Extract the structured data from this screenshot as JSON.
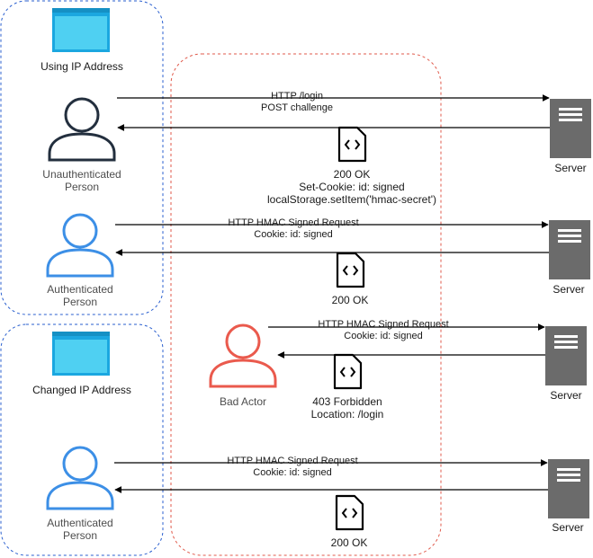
{
  "colors": {
    "group_border_blue": "#2a5fcf",
    "group_border_red": "#e05a4b",
    "person_dark": "#232f3e",
    "person_blue": "#3c8fe6",
    "person_red": "#ea5a4d",
    "window_icon": "#1ba7e0",
    "window_icon_light": "#4fd0f2",
    "server": "#6b6b6b",
    "arrow": "#000000"
  },
  "groups": {
    "top": {
      "label": "Using IP Address",
      "icon": "browser-window-icon"
    },
    "bottom": {
      "label": "Changed IP Address",
      "icon": "browser-window-icon"
    }
  },
  "actors": {
    "unauthenticated": {
      "line1": "Unauthenticated",
      "line2": "Person",
      "icon": "person-icon"
    },
    "authenticated_1": {
      "line1": "Authenticated",
      "line2": "Person",
      "icon": "person-icon"
    },
    "bad_actor": {
      "line1": "Bad Actor",
      "icon": "person-icon"
    },
    "authenticated_2": {
      "line1": "Authenticated",
      "line2": "Person",
      "icon": "person-icon"
    }
  },
  "servers": {
    "s1": {
      "label": "Server",
      "icon": "server-icon"
    },
    "s2": {
      "label": "Server",
      "icon": "server-icon"
    },
    "s3": {
      "label": "Server",
      "icon": "server-icon"
    },
    "s4": {
      "label": "Server",
      "icon": "server-icon"
    }
  },
  "flows": {
    "f1": {
      "request": [
        "HTTP /login",
        "POST challenge"
      ],
      "response": [
        "200 OK",
        "Set-Cookie: id: signed",
        "localStorage.setItem('hmac-secret')"
      ],
      "icon": "code-document-icon"
    },
    "f2": {
      "request": [
        "HTTP HMAC Signed Request",
        "Cookie: id: signed"
      ],
      "response": [
        "200 OK"
      ],
      "icon": "code-document-icon"
    },
    "f3": {
      "request": [
        "HTTP HMAC Signed Request",
        "Cookie: id: signed"
      ],
      "response": [
        "403 Forbidden",
        "Location: /login"
      ],
      "icon": "code-document-icon"
    },
    "f4": {
      "request": [
        "HTTP HMAC Signed Request",
        "Cookie: id: signed"
      ],
      "response": [
        "200 OK"
      ],
      "icon": "code-document-icon"
    }
  }
}
